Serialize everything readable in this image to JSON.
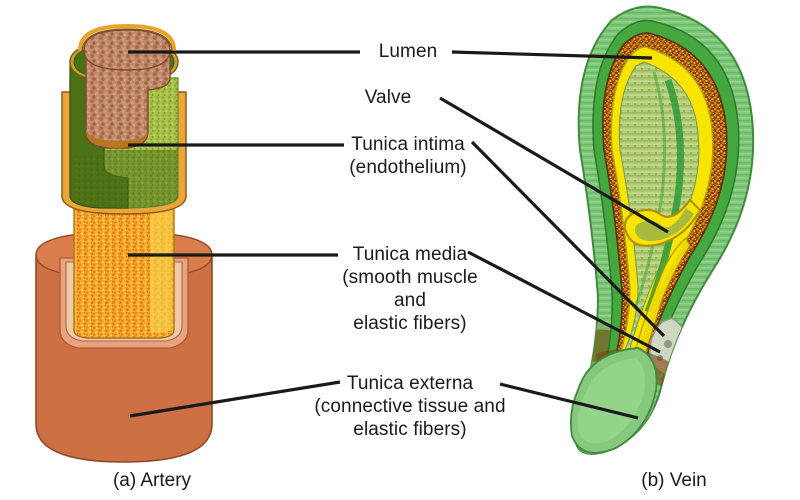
{
  "figure": {
    "title": "Structure of blood vessel walls: artery and vein",
    "background": "#ffffff",
    "leader_color": "#1a1a1a"
  },
  "labels": {
    "lumen": "Lumen",
    "valve": "Valve",
    "tunica_intima": "Tunica intima\n(endothelium)",
    "tunica_media": "Tunica media\n(smooth muscle\nand\nelastic fibers)",
    "tunica_externa": "Tunica externa\n(connective tissue and\nelastic fibers)"
  },
  "captions": {
    "artery": "(a) Artery",
    "vein": "(b) Vein"
  },
  "colors": {
    "lumen_contents": "#c08668",
    "lumen_contents_dark": "#a8694b",
    "intima_dark_green": "#4c7016",
    "intima_light_green": "#a8c24a",
    "media_orange": "#f0a227",
    "media_orange_speck": "#ef6f1e",
    "media_yellow": "#f7d23c",
    "externa_terracotta": "#cd7043",
    "externa_salmon": "#e9a080",
    "vein_externa_green": "#7ec77a",
    "vein_externa_green_light": "#9ad98f",
    "vein_intima_yellow": "#f5e400",
    "vein_media_brown": "#8a4b12",
    "vein_media_orange": "#e08a14",
    "vein_lumen_green": "#b4cf7a",
    "vein_lumen_green_dark": "#2f9a3a",
    "outline": "#4a3a18"
  },
  "artery": {
    "name": "artery-illustration",
    "layers": [
      "lumen",
      "tunica intima (endothelium)",
      "tunica media (smooth muscle and elastic fibers)",
      "tunica externa (connective tissue and elastic fibers)"
    ]
  },
  "vein": {
    "name": "vein-illustration",
    "layers": [
      "lumen",
      "valve",
      "tunica intima (endothelium)",
      "tunica media (smooth muscle and elastic fibers)",
      "tunica externa (connective tissue and elastic fibers)"
    ]
  }
}
